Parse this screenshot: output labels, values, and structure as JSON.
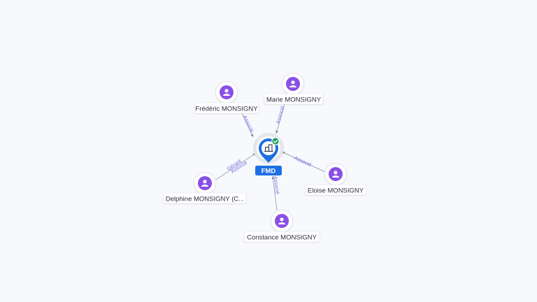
{
  "company": {
    "label": "FMD",
    "verified": true,
    "icon": "building-icon"
  },
  "people": [
    {
      "name": "Frédéric MONSIGNY",
      "relation": [
        "Associé"
      ]
    },
    {
      "name": "Marie MONSIGNY",
      "relation": [
        "Associé"
      ]
    },
    {
      "name": "Eloise MONSIGNY",
      "relation": [
        "Associé"
      ]
    },
    {
      "name": "Constance MONSIGNY",
      "relation": [
        "Associé"
      ]
    },
    {
      "name": "Delphine MONSIGNY (C...",
      "relation": [
        "Gérant",
        "Associé"
      ]
    }
  ],
  "colors": {
    "person_node": "#8a4fe6",
    "company_pin": "#1c6fe0",
    "relation_label": "#7b6be6",
    "verified_badge": "#1e9b5a"
  }
}
